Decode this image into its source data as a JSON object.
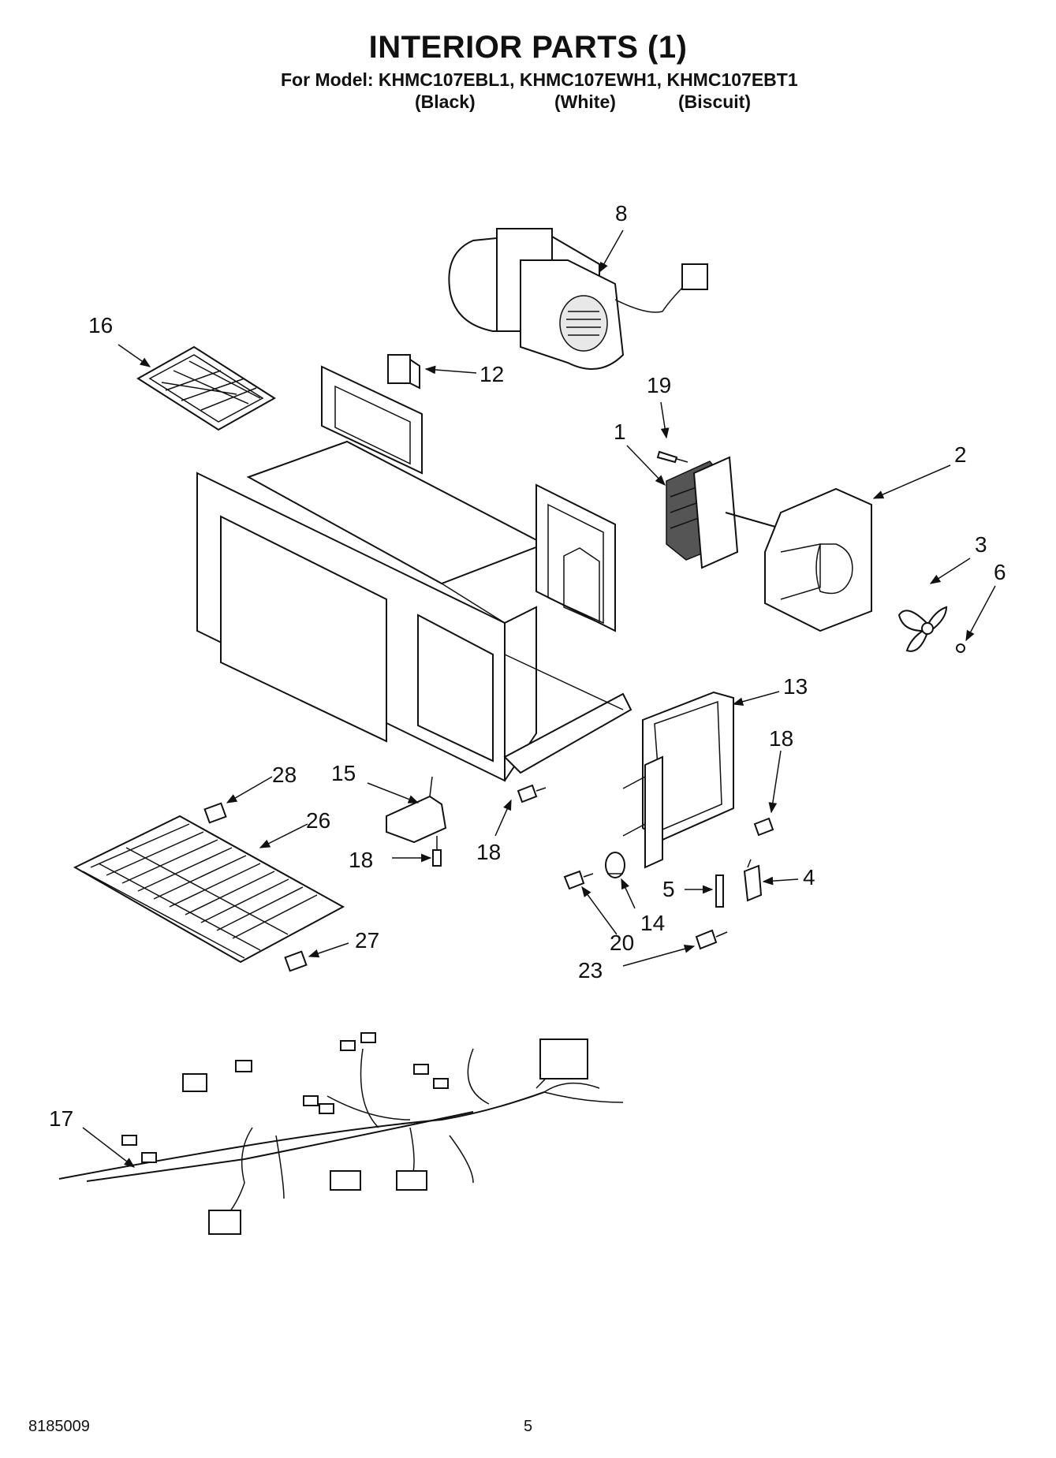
{
  "header": {
    "title": "INTERIOR PARTS (1)",
    "model_line": "For Model: KHMC107EBL1, KHMC107EWH1, KHMC107EBT1",
    "finishes": [
      "(Black)",
      "(White)",
      "(Biscuit)"
    ]
  },
  "callouts": {
    "c1": "1",
    "c2": "2",
    "c3": "3",
    "c4": "4",
    "c5": "5",
    "c6": "6",
    "c8": "8",
    "c12": "12",
    "c13": "13",
    "c14": "14",
    "c15": "15",
    "c16": "16",
    "c17": "17",
    "c18a": "18",
    "c18b": "18",
    "c18c": "18",
    "c19": "19",
    "c20": "20",
    "c23": "23",
    "c26": "26",
    "c27": "27",
    "c28": "28"
  },
  "footer": {
    "doc_number": "8185009",
    "page_number": "5"
  }
}
